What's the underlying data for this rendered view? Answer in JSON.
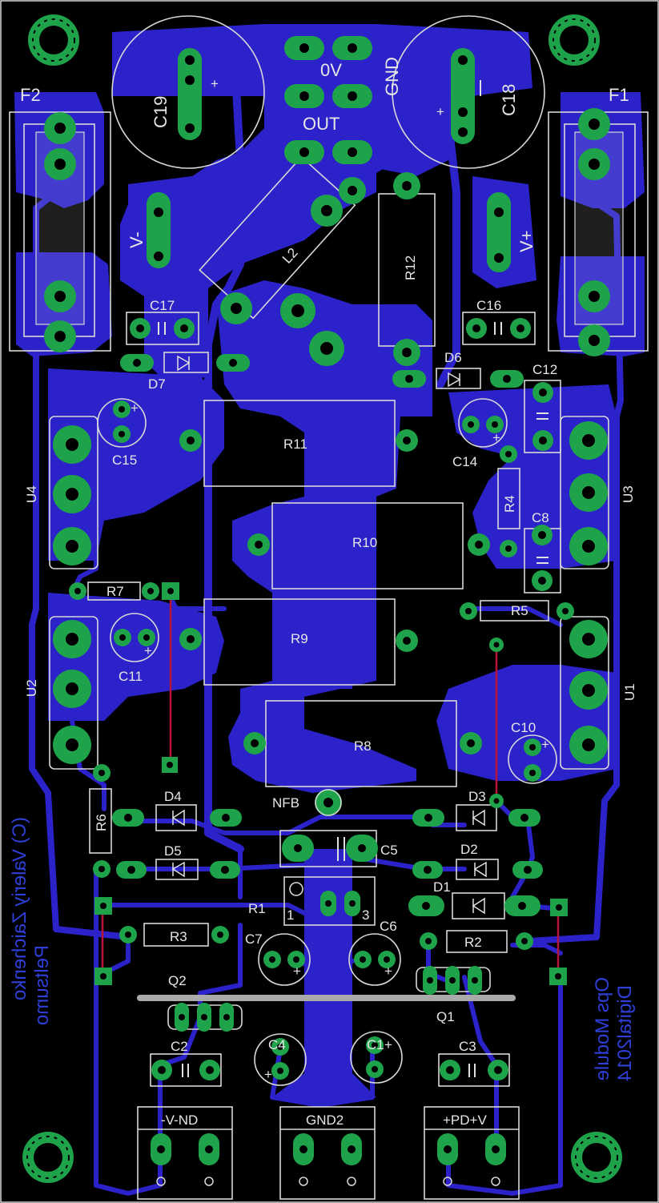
{
  "board": {
    "background": "#000000",
    "copper_color": "#2b22c9",
    "pad_color": "#1fa34a",
    "silk_color": "#d8d8d8",
    "airwire_color": "#b8143a"
  },
  "labels": {
    "F1": "F1",
    "F2": "F2",
    "C19": "C19",
    "C18": "C18",
    "zero_v": "0V",
    "gnd": "GND",
    "out": "OUT",
    "L2": "L2",
    "R12": "R12",
    "v_minus": "V-",
    "v_plus": "V+",
    "C17": "C17",
    "C16": "C16",
    "D7": "D7",
    "D6": "D6",
    "C12": "C12",
    "C15": "C15",
    "C14": "C14",
    "R11": "R11",
    "U4": "U4",
    "U3": "U3",
    "R4": "R4",
    "C8": "C8",
    "R10": "R10",
    "R7": "R7",
    "R5": "R5",
    "R9": "R9",
    "C11": "C11",
    "U2": "U2",
    "U1": "U1",
    "R8": "R8",
    "C10": "C10",
    "NFB": "NFB",
    "D4": "D4",
    "D3": "D3",
    "R6": "R6",
    "C5": "C5",
    "D5": "D5",
    "D2": "D2",
    "D1": "D1",
    "R1": "R1",
    "R1_pin1": "1",
    "R1_pin3": "3",
    "R3": "R3",
    "R2": "R2",
    "C7": "C7",
    "C6": "C6",
    "Q2": "Q2",
    "Q1": "Q1",
    "C4": "C4",
    "C1": "C1",
    "C2": "C2",
    "C3": "C3",
    "conn_left": "-V-ND",
    "conn_mid": "GND2",
    "conn_right": "+PD+V",
    "plus": "+"
  },
  "mirrored_text": {
    "left_line1": "(C) Valeriy Zaichenko",
    "left_line2": "Peltsumo",
    "right_line1": "Ops Module",
    "right_line2": "Digital2014"
  }
}
